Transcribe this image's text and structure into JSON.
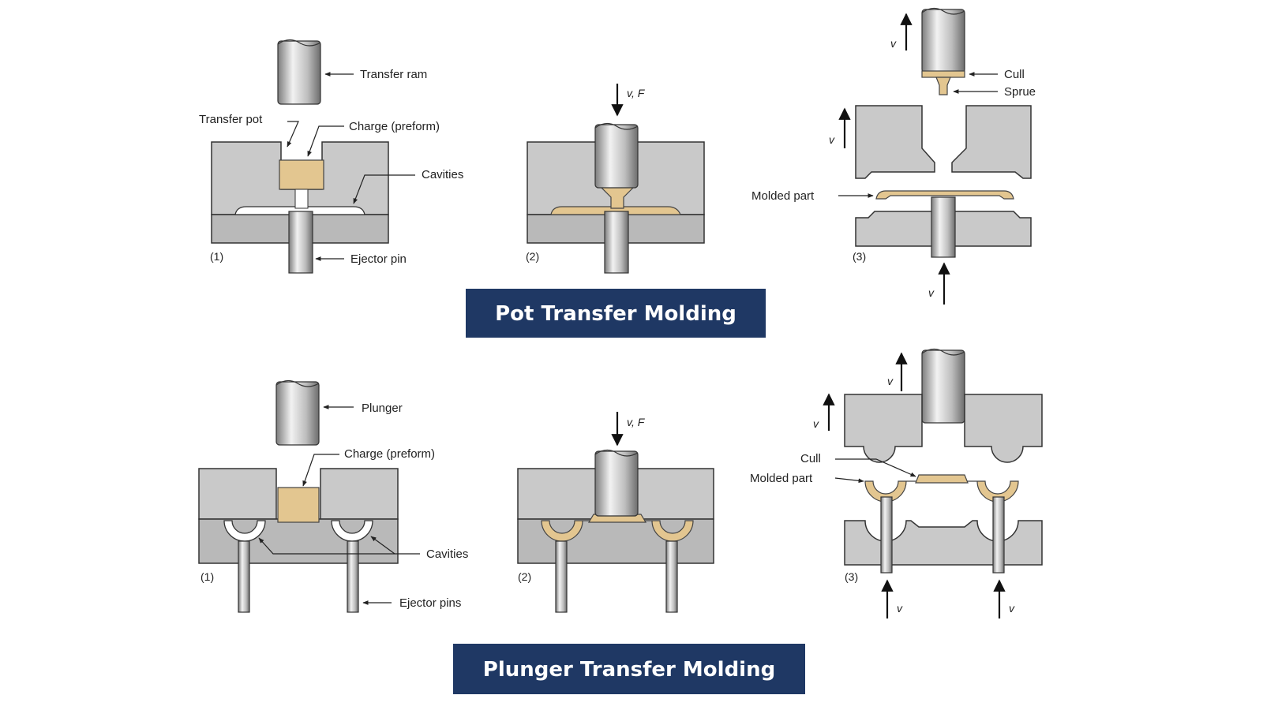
{
  "pot": {
    "labels": {
      "transfer_ram": "Transfer ram",
      "transfer_pot": "Transfer pot",
      "charge": "Charge (preform)",
      "cavities": "Cavities",
      "ejector_pin": "Ejector pin",
      "cull": "Cull",
      "sprue": "Sprue",
      "molded_part": "Molded part"
    },
    "steps": [
      "(1)",
      "(2)",
      "(3)"
    ],
    "velocity_force": "v, F",
    "velocity": "v",
    "banner": "Pot Transfer Molding"
  },
  "plunger": {
    "labels": {
      "plunger": "Plunger",
      "charge": "Charge (preform)",
      "cavities": "Cavities",
      "ejector_pins": "Ejector pins",
      "cull": "Cull",
      "molded_part": "Molded part"
    },
    "steps": [
      "(1)",
      "(2)",
      "(3)"
    ],
    "velocity_force": "v, F",
    "velocity": "v",
    "banner": "Plunger Transfer Molding"
  },
  "colors": {
    "banner_bg": "#1f3864",
    "mold_fill": "#c9c9c9",
    "charge_fill": "#e3c690"
  }
}
